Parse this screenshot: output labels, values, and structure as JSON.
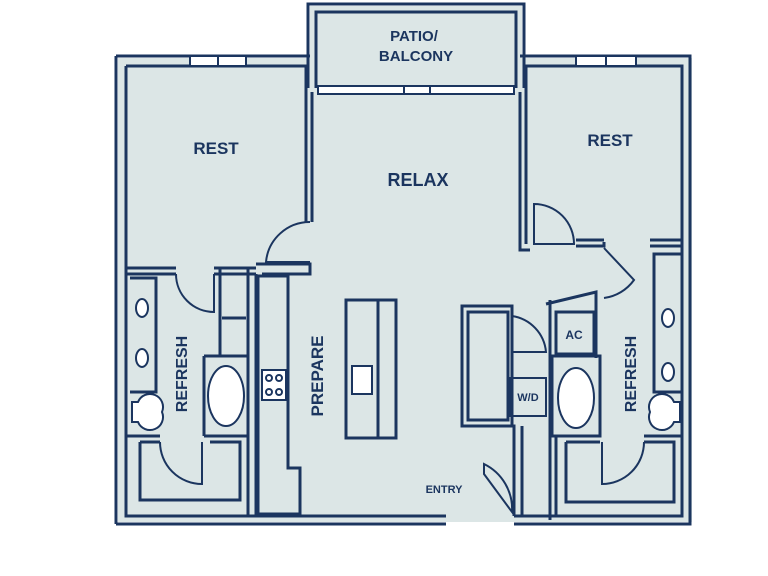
{
  "colors": {
    "wall": "#1b355f",
    "floor": "#dce6e6",
    "background": "#ffffff"
  },
  "rooms": {
    "patio": [
      "PATIO/",
      "BALCONY"
    ],
    "rest_left": "REST",
    "rest_right": "REST",
    "relax": "RELAX",
    "prepare": "PREPARE",
    "refresh_left": "REFRESH",
    "refresh_right": "REFRESH",
    "ac": "AC",
    "wd": "W/D",
    "entry": "ENTRY"
  }
}
